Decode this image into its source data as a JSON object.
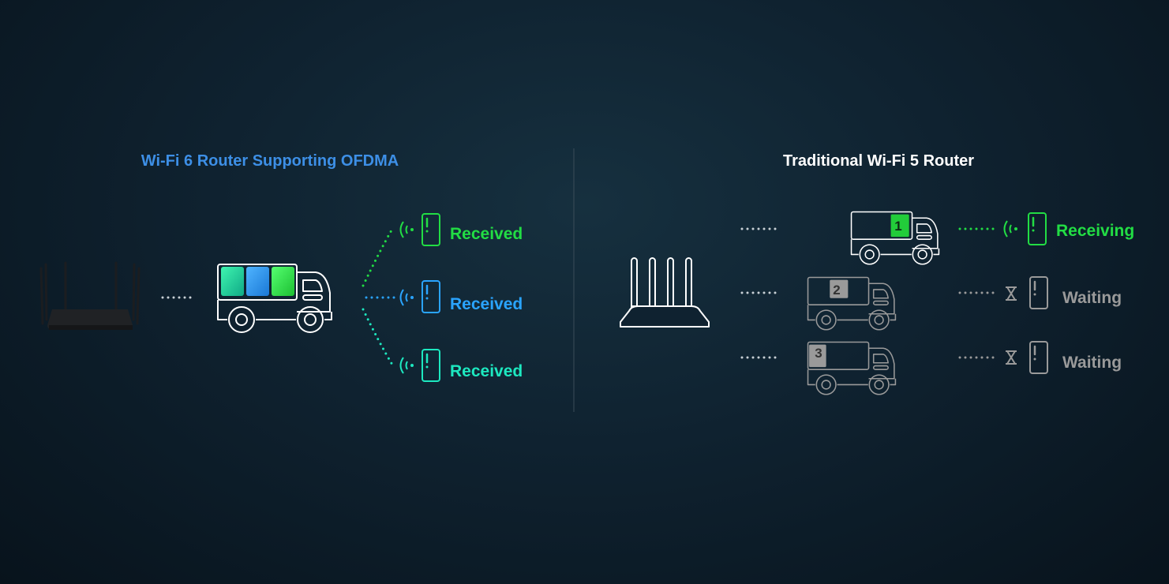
{
  "left": {
    "title": "Wi-Fi 6 Router Supporting OFDMA",
    "title_color": "#3d8fe6",
    "devices": [
      {
        "label": "Received",
        "color": "#22dd44"
      },
      {
        "label": "Received",
        "color": "#2aa4ff"
      },
      {
        "label": "Received",
        "color": "#1de8c0"
      }
    ]
  },
  "right": {
    "title": "Traditional Wi-Fi 5 Router",
    "title_color": "#ffffff",
    "trucks": [
      {
        "number": "1",
        "label": "Receiving",
        "color": "#22dd44"
      },
      {
        "number": "2",
        "label": "Waiting",
        "color": "#9a9a9a"
      },
      {
        "number": "3",
        "label": "Waiting",
        "color": "#9a9a9a"
      }
    ]
  }
}
